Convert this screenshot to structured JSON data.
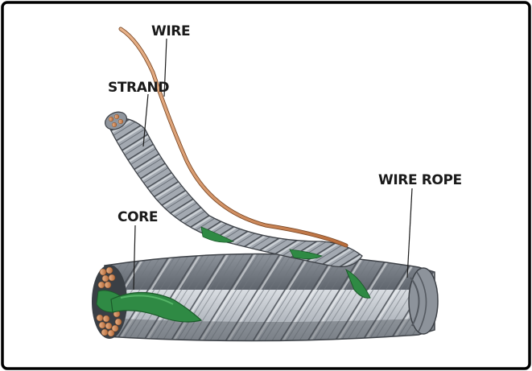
{
  "labels": {
    "wire": "WIRE",
    "strand": "STRAND",
    "core": "CORE",
    "wire_rope": "WIRE ROPE"
  },
  "colors": {
    "background": "#ffffff",
    "border": "#000000",
    "steel": "#9aa0a8",
    "steel_dark": "#5d636b",
    "steel_light": "#d7dbe0",
    "core_green": "#2f8a44",
    "copper": "#d28a55"
  }
}
